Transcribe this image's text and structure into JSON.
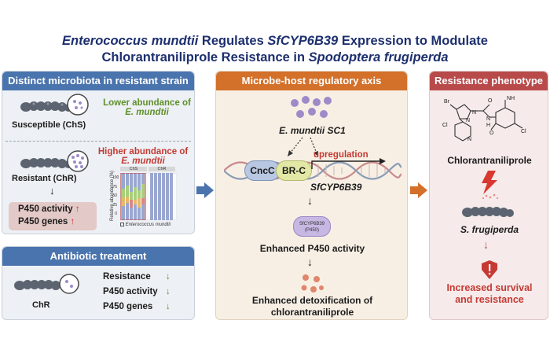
{
  "title": {
    "line1_italic_a": "Enterococcus mundtii",
    "line1_mid": " Regulates ",
    "line1_italic_b": "SfCYP6B39",
    "line1_end": " Expression to Modulate",
    "line2_start": "Chlorantraniliprole Resistance in ",
    "line2_italic": "Spodoptera frugiperda"
  },
  "panel_distinct": {
    "header": "Distinct microbiota in resistant strain",
    "susceptible_label": "Susceptible (ChS)",
    "lower_line1": "Lower abundance of",
    "lower_line2": "E. mundtii",
    "higher_line1": "Higher abundance of",
    "higher_line2": "E. mundtii",
    "resistant_label": "Resistant (ChR)",
    "p450_activity": "P450 activity",
    "p450_genes": "P450 genes",
    "chart_col1": "ChS",
    "chart_col2": "ChR",
    "chart_ylabel": "Relative abundance (%)",
    "chart_legend": "Enterococcus mundtii",
    "chart_ticks": [
      "100",
      "75",
      "50",
      "25",
      "0"
    ]
  },
  "panel_antibiotic": {
    "header": "Antibiotic treatment",
    "chr_label": "ChR",
    "items": [
      "Resistance",
      "P450 activity",
      "P450 genes"
    ]
  },
  "panel_axis": {
    "header": "Microbe-host regulatory axis",
    "bacterium": "E. mundtii SC1",
    "cncc": "CncC",
    "brc": "BR-C",
    "upregulation": "upregulation",
    "gene": "SfCYP6B39",
    "protein_line1": "SfCYP6B39",
    "protein_line2": "(P450)",
    "enhanced_p450": "Enhanced P450 activity",
    "detox_line1": "Enhanced detoxification of",
    "detox_line2": "chlorantraniliprole"
  },
  "panel_pheno": {
    "header": "Resistance phenotype",
    "chem_atoms": [
      "Br",
      "O",
      "NH",
      "N",
      "N",
      "N",
      "Cl",
      "Cl",
      "N",
      "H",
      "O"
    ],
    "compound": "Chlorantraniliprole",
    "species": "S. frugiperda",
    "outcome_line1": "Increased survival",
    "outcome_line2": "and resistance"
  },
  "colors": {
    "blue_header": "#4a74ad",
    "orange_header": "#d3702a",
    "red_header": "#b84a4a",
    "title": "#1d2f6e",
    "green_text": "#5f8f2a",
    "red_text": "#c43a33",
    "bacteria": "#9d8bc9"
  },
  "icons": [
    "caterpillar-icon",
    "microbe-magnifier-icon",
    "bacteria-cluster-icon",
    "dna-helix-icon",
    "lightning-icon",
    "warning-shield-icon",
    "right-arrow-icon"
  ]
}
